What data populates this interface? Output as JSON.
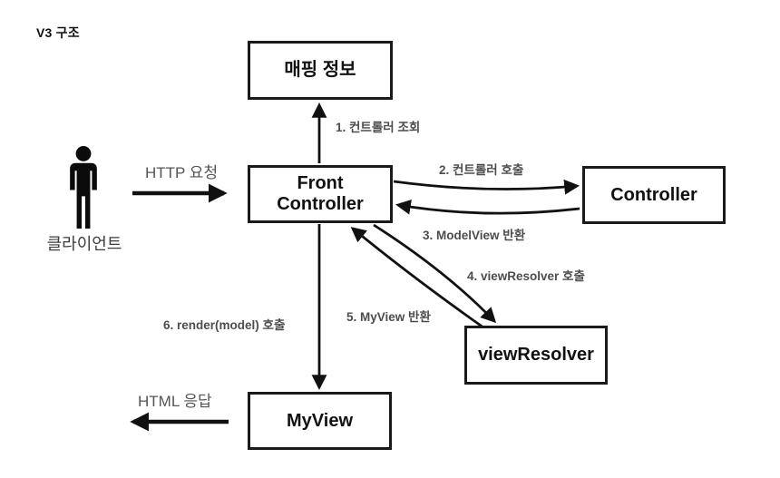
{
  "title": "V3 구조",
  "nodes": {
    "mapping_info": {
      "label": "매핑 정보"
    },
    "front_controller": {
      "label": "Front Controller"
    },
    "controller": {
      "label": "Controller"
    },
    "view_resolver": {
      "label": "viewResolver"
    },
    "my_view": {
      "label": "MyView"
    },
    "client": {
      "label": "클라이언트"
    }
  },
  "edges": {
    "http_request": {
      "label": "HTTP 요청",
      "from": "client",
      "to": "front_controller"
    },
    "step1": {
      "label": "1. 컨트롤러 조회",
      "from": "front_controller",
      "to": "mapping_info"
    },
    "step2": {
      "label": "2. 컨트롤러 호출",
      "from": "front_controller",
      "to": "controller"
    },
    "step3": {
      "label": "3. ModelView 반환",
      "from": "controller",
      "to": "front_controller"
    },
    "step4": {
      "label": "4. viewResolver 호출",
      "from": "front_controller",
      "to": "view_resolver"
    },
    "step5": {
      "label": "5. MyView 반환",
      "from": "view_resolver",
      "to": "front_controller"
    },
    "step6": {
      "label": "6. render(model) 호출",
      "from": "front_controller",
      "to": "my_view"
    },
    "html_response": {
      "label": "HTML 응답",
      "from": "my_view",
      "to": "client"
    }
  },
  "icons": {
    "client_person": "person-icon"
  },
  "colors": {
    "background": "#ffffff",
    "box_border": "#1a1a1a",
    "box_text": "#111111",
    "arrow": "#111111",
    "edge_label": "#4d4d4d",
    "io_label": "#555555"
  }
}
